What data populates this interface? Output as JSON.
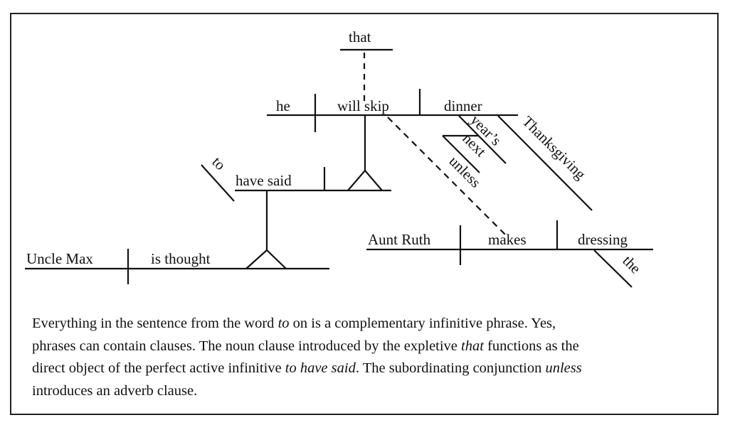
{
  "diagram": {
    "words": {
      "that": "that",
      "he": "he",
      "will_skip": "will skip",
      "dinner": "dinner",
      "years": "year’s",
      "next": "next",
      "thanksgiving": "Thanksgiving",
      "unless": "unless",
      "to": "to",
      "have_said": "have said",
      "uncle_max": "Uncle Max",
      "is_thought": "is thought",
      "aunt_ruth": "Aunt Ruth",
      "makes": "makes",
      "dressing": "dressing",
      "the": "the"
    }
  },
  "caption": {
    "lines": [
      [
        {
          "t": "Everything in the sentence from the word ",
          "i": false
        },
        {
          "t": "to",
          "i": true
        },
        {
          "t": " on is a complementary infinitive phrase. Yes,",
          "i": false
        }
      ],
      [
        {
          "t": "phrases can contain clauses. The noun clause introduced by the expletive ",
          "i": false
        },
        {
          "t": "that",
          "i": true
        },
        {
          "t": " functions as the",
          "i": false
        }
      ],
      [
        {
          "t": "direct object of the perfect active infinitive ",
          "i": false
        },
        {
          "t": "to have said",
          "i": true
        },
        {
          "t": ". The subordinating conjunction ",
          "i": false
        },
        {
          "t": "unless",
          "i": true
        }
      ],
      [
        {
          "t": "introduces an adverb clause.",
          "i": false
        }
      ]
    ]
  }
}
